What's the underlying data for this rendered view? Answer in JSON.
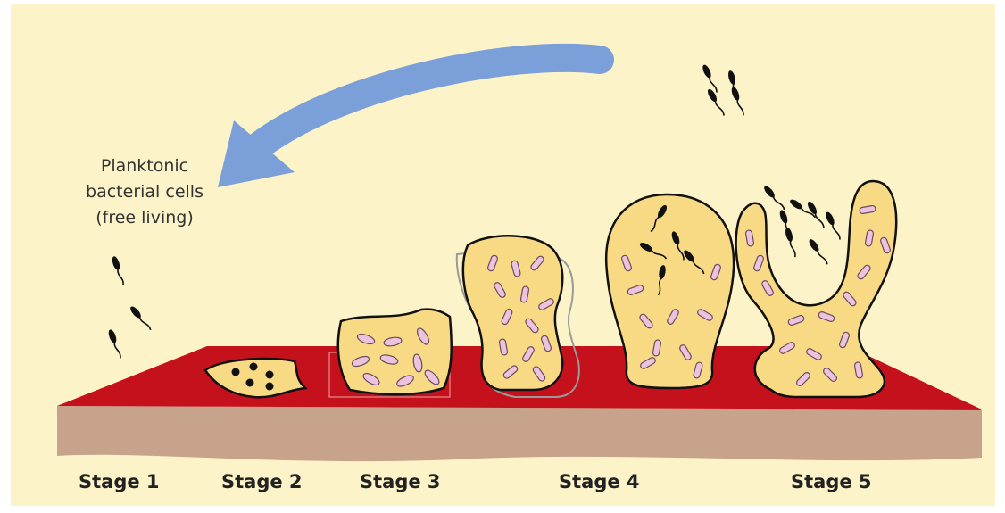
{
  "caption": {
    "line1": "Planktonic",
    "line2": "bacterial cells",
    "line3": "(free living)"
  },
  "stages": [
    {
      "label": "Stage 1"
    },
    {
      "label": "Stage 2"
    },
    {
      "label": "Stage 3"
    },
    {
      "label": "Stage 4"
    },
    {
      "label": "Stage 5"
    }
  ],
  "colors": {
    "background": "#fcf3c8",
    "surface_top": "#c4111c",
    "substrate": "#c7a38b",
    "biofilm_fill": "#f8da84",
    "arrow": "#7b9fd9",
    "bacterium_free": "#111111",
    "bacterium_embedded": "#e7b9d6"
  },
  "icons": {
    "arrow": "curved-arrow-icon",
    "bacterium": "bacterium-icon"
  }
}
